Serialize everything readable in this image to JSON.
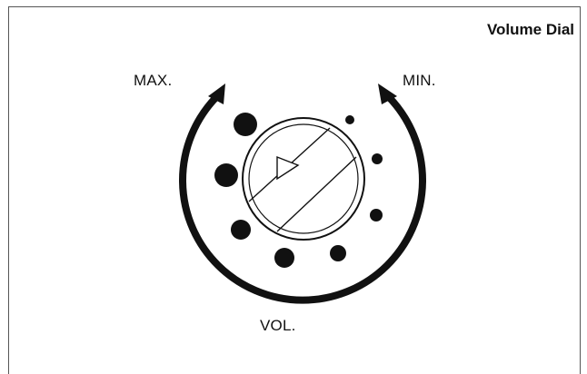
{
  "title": "Volume Dial",
  "labels": {
    "max": "MAX.",
    "min": "MIN.",
    "vol": "VOL."
  },
  "icons": {
    "pointer": "triangle-pointer-icon"
  },
  "colors": {
    "ink": "#111111",
    "border": "#555555",
    "background": "#ffffff"
  }
}
